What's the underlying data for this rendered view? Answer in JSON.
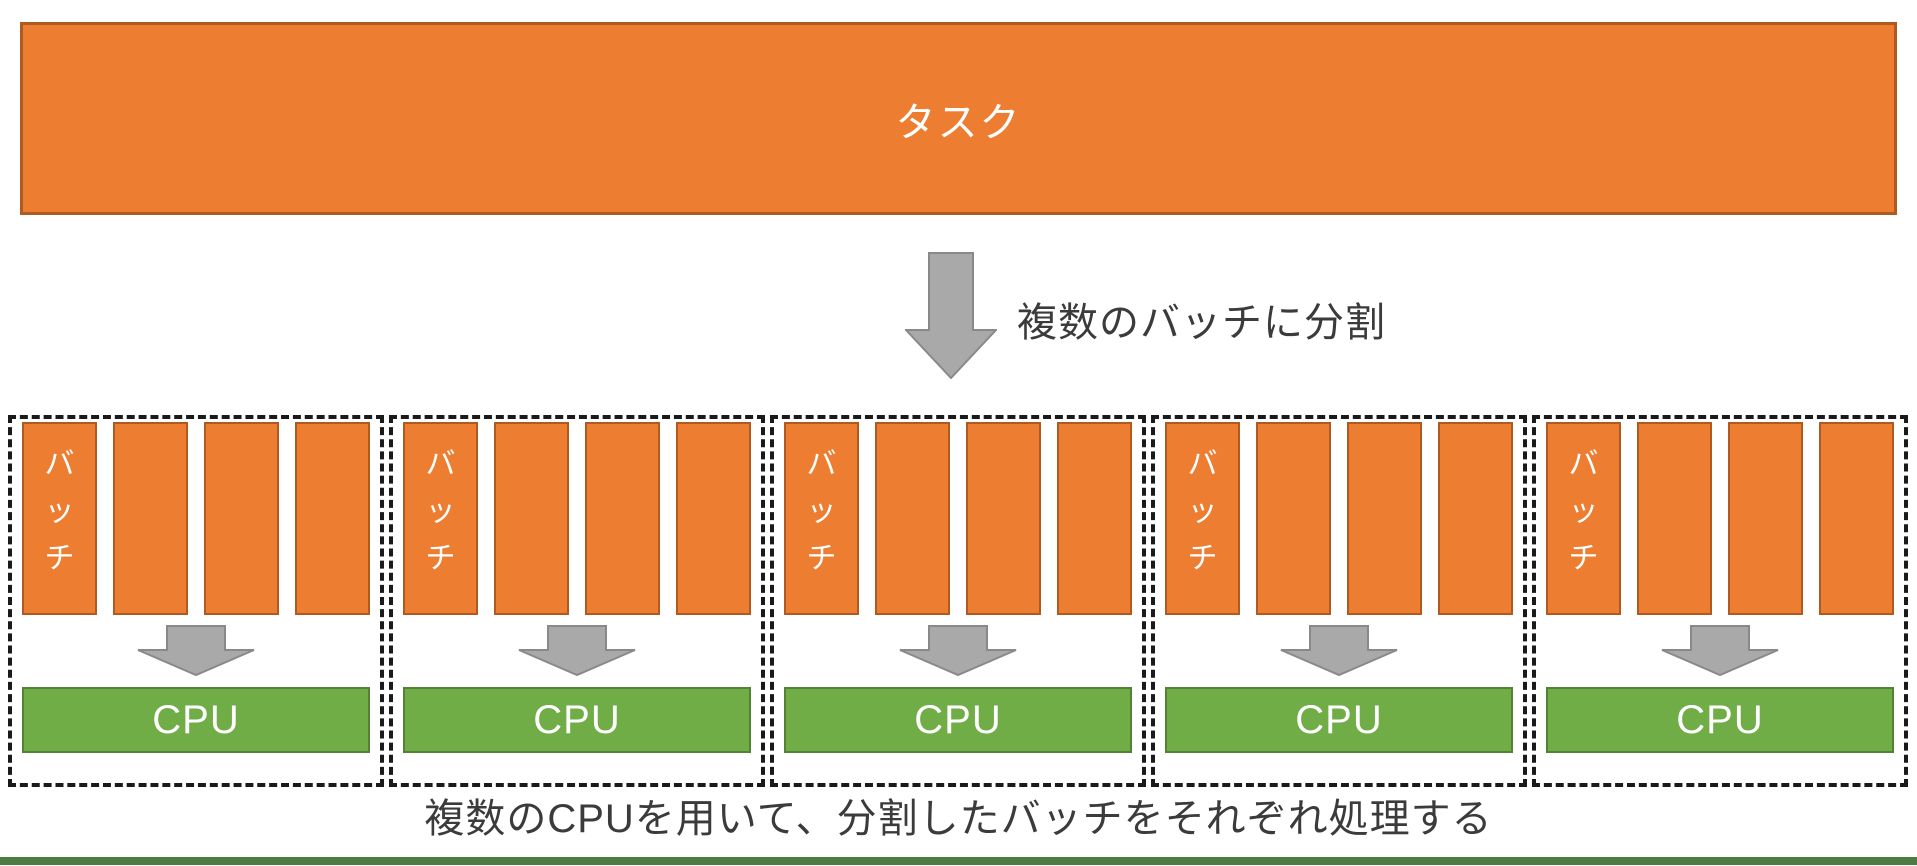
{
  "task": {
    "label": "タスク"
  },
  "split_arrow": {
    "label": "複数のバッチに分割"
  },
  "groups": [
    {
      "batch_label": "バッチ",
      "bar_count": 4,
      "cpu_label": "CPU"
    },
    {
      "batch_label": "バッチ",
      "bar_count": 4,
      "cpu_label": "CPU"
    },
    {
      "batch_label": "バッチ",
      "bar_count": 4,
      "cpu_label": "CPU"
    },
    {
      "batch_label": "バッチ",
      "bar_count": 4,
      "cpu_label": "CPU"
    },
    {
      "batch_label": "バッチ",
      "bar_count": 4,
      "cpu_label": "CPU"
    }
  ],
  "caption": {
    "text": "複数のCPUを用いて、分割したバッチをそれぞれ処理する"
  },
  "colors": {
    "orange": "#ED7D31",
    "orange_border": "#AE5A21",
    "green": "#70AD47",
    "green_border": "#548235",
    "arrow": "#A9A9A9",
    "arrow_border": "#898989",
    "dash": "#1A1A1A",
    "text": "#3B3B3B",
    "footer": "#4E7B42",
    "bg": "#FFFFFF"
  }
}
